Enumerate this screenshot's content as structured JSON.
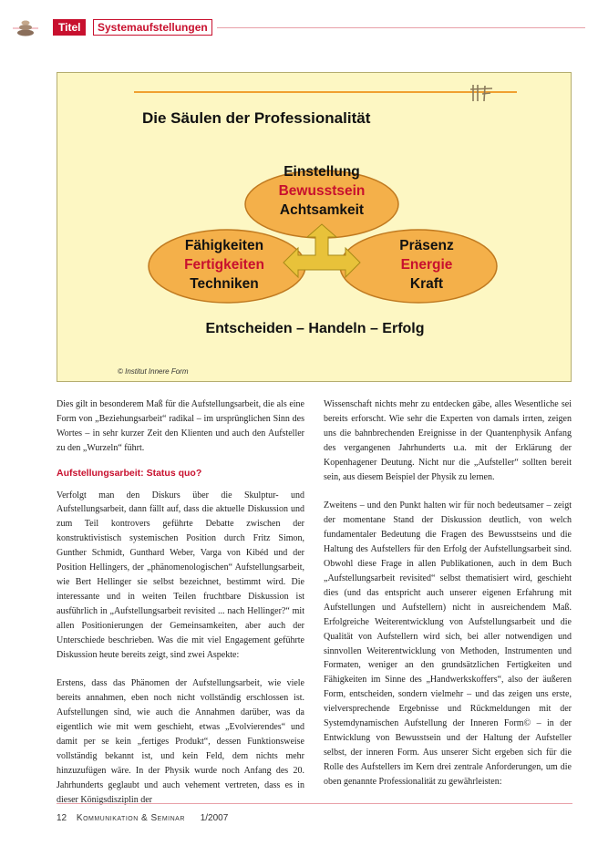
{
  "header": {
    "section_label": "Titel",
    "section_title": "Systemaufstellungen",
    "icon": "stacked-stones-icon"
  },
  "figure": {
    "title": "Die Säulen der Professionalität",
    "logo": "ifs-monogram-icon",
    "top": {
      "line1": "Einstellung",
      "line2": "Bewusstsein",
      "line3": "Achtsamkeit"
    },
    "left": {
      "line1": "Fähigkeiten",
      "line2": "Fertigkeiten",
      "line3": "Techniken"
    },
    "right": {
      "line1": "Präsenz",
      "line2": "Energie",
      "line3": "Kraft"
    },
    "motto": "Entscheiden – Handeln – Erfolg",
    "copyright": "© Institut Innere Form",
    "colors": {
      "background": "#fdf7c3",
      "ellipse": "#f4b04a",
      "accent_red": "#c8102e",
      "arrow": "#e8c23a"
    }
  },
  "col_left": {
    "p1": "Dies gilt in besonderem Maß für die Aufstellungsarbeit, die als eine Form von „Beziehungsarbeit“ radikal – im ursprünglichen Sinn des Wortes – in sehr kurzer Zeit den Klienten und auch den Aufsteller zu den „Wurzeln“ führt.",
    "heading": "Aufstellungsarbeit: Status quo?",
    "p2": "Verfolgt man den Diskurs über die Skulptur- und Aufstellungsarbeit, dann fällt auf, dass die aktuelle Diskussion und zum Teil kontrovers geführte Debatte zwischen der konstruktivistisch systemischen Position durch Fritz Simon, Gunther Schmidt, Gunthard Weber, Varga von Kibéd und der Position Hellingers, der „phänomenologischen“ Aufstellungsarbeit, wie Bert Hellinger sie selbst bezeichnet, bestimmt wird. Die interessante und in weiten Teilen fruchtbare Diskussion ist ausführlich in „Aufstellungsarbeit revisited ... nach Hellinger?“ mit allen Positionierungen der Gemeinsamkeiten, aber auch der Unterschiede beschrieben. Was die mit viel Engagement geführte Diskussion heute bereits zeigt, sind zwei Aspekte:",
    "p3": "Erstens, dass das Phänomen der Aufstellungsarbeit, wie viele bereits annahmen, eben noch nicht vollständig erschlossen ist. Aufstellungen sind, wie auch die Annahmen darüber, was da eigentlich wie mit wem geschieht, etwas „Evolvierendes“ und damit per se kein „fertiges Produkt“, dessen Funktionsweise vollständig bekannt ist, und kein Feld, dem nichts mehr hinzuzufügen wäre. In der Physik wurde noch Anfang des 20. Jahrhunderts geglaubt und auch vehement vertreten, dass es in dieser Königsdisziplin der"
  },
  "col_right": {
    "p1": "Wissenschaft nichts mehr zu entdecken gäbe, alles Wesentliche sei bereits erforscht. Wie sehr die Experten von damals irrten, zeigen uns die bahnbrechenden Ereignisse in der Quantenphysik Anfang des vergangenen Jahrhunderts u.a. mit der Erklärung der Kopenhagener Deutung. Nicht nur die „Aufsteller“ sollten bereit sein, aus diesem Beispiel der Physik zu lernen.",
    "p2": "Zweitens – und den Punkt halten wir für noch bedeutsamer – zeigt der momentane Stand der Diskussion deutlich, von welch fundamentaler Bedeutung die Fragen des Bewusstseins und die Haltung des Aufstellers für den Erfolg der Aufstellungsarbeit sind. Obwohl diese Frage in allen Publikationen, auch in dem Buch „Aufstellungsarbeit revisited“ selbst thematisiert wird, geschieht dies (und das entspricht auch unserer eigenen Erfahrung mit Aufstellungen und Aufstellern) nicht in ausreichendem Maß. Erfolgreiche Weiterentwicklung von Aufstellungsarbeit und die Qualität von Aufstellern wird sich, bei aller notwendigen und sinnvollen Weiterentwicklung von Methoden, Instrumenten und Formaten, weniger an den grundsätzlichen Fertigkeiten und Fähigkeiten im Sinne des „Handwerkskoffers“, also der äußeren Form, entscheiden, sondern vielmehr – und das zeigen uns erste, vielversprechende Ergebnisse und Rückmeldungen mit der Systemdynamischen Aufstellung der Inneren Form© – in der Entwicklung von Bewusstsein und der Haltung der Aufsteller selbst, der inneren Form. Aus unserer Sicht ergeben sich für die Rolle des Aufstellers im Kern drei zentrale Anforderungen, um die oben genannte Professionalität zu gewährleisten:"
  },
  "footer": {
    "page_number": "12",
    "publication": "Kommunikation & Seminar",
    "issue": "1/2007"
  }
}
